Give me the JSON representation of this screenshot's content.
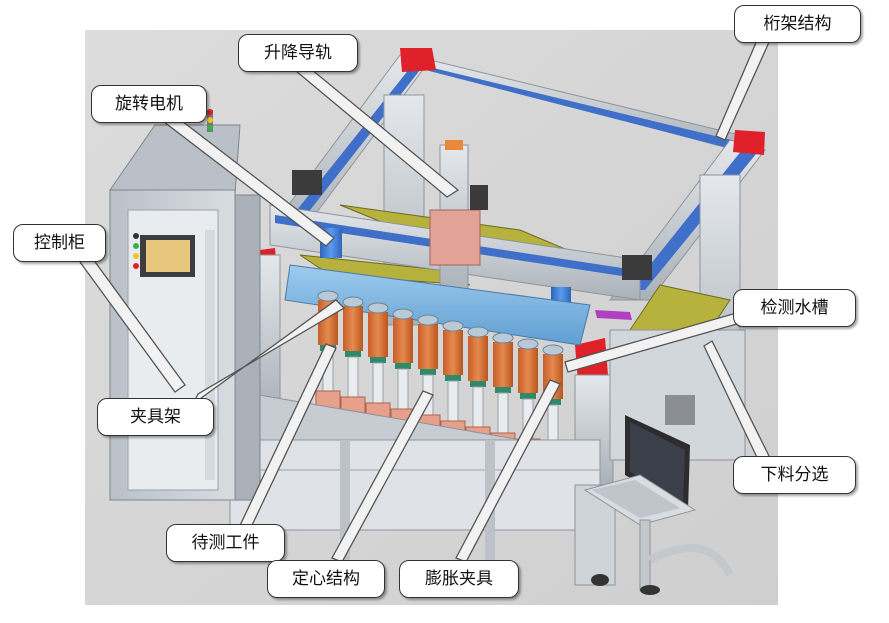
{
  "colors": {
    "background": "#d9d9d9",
    "frame": "#c9ced3",
    "orange_clamp": "#d8733a",
    "blue_motor": "#3d7fd6",
    "red_cap": "#e0202a",
    "yellow_belt": "#b9b13a",
    "callout_border": "#333333"
  },
  "labels": {
    "gantry_structure": "桁架结构",
    "lift_rail": "升降导轨",
    "rotary_motor": "旋转电机",
    "control_cabinet": "控制柜",
    "test_tank": "检测水槽",
    "fixture_rack": "夹具架",
    "unload_sorting": "下料分选",
    "workpiece_to_test": "待测工件",
    "centering_structure": "定心结构",
    "expansion_fixture": "膨胀夹具"
  }
}
